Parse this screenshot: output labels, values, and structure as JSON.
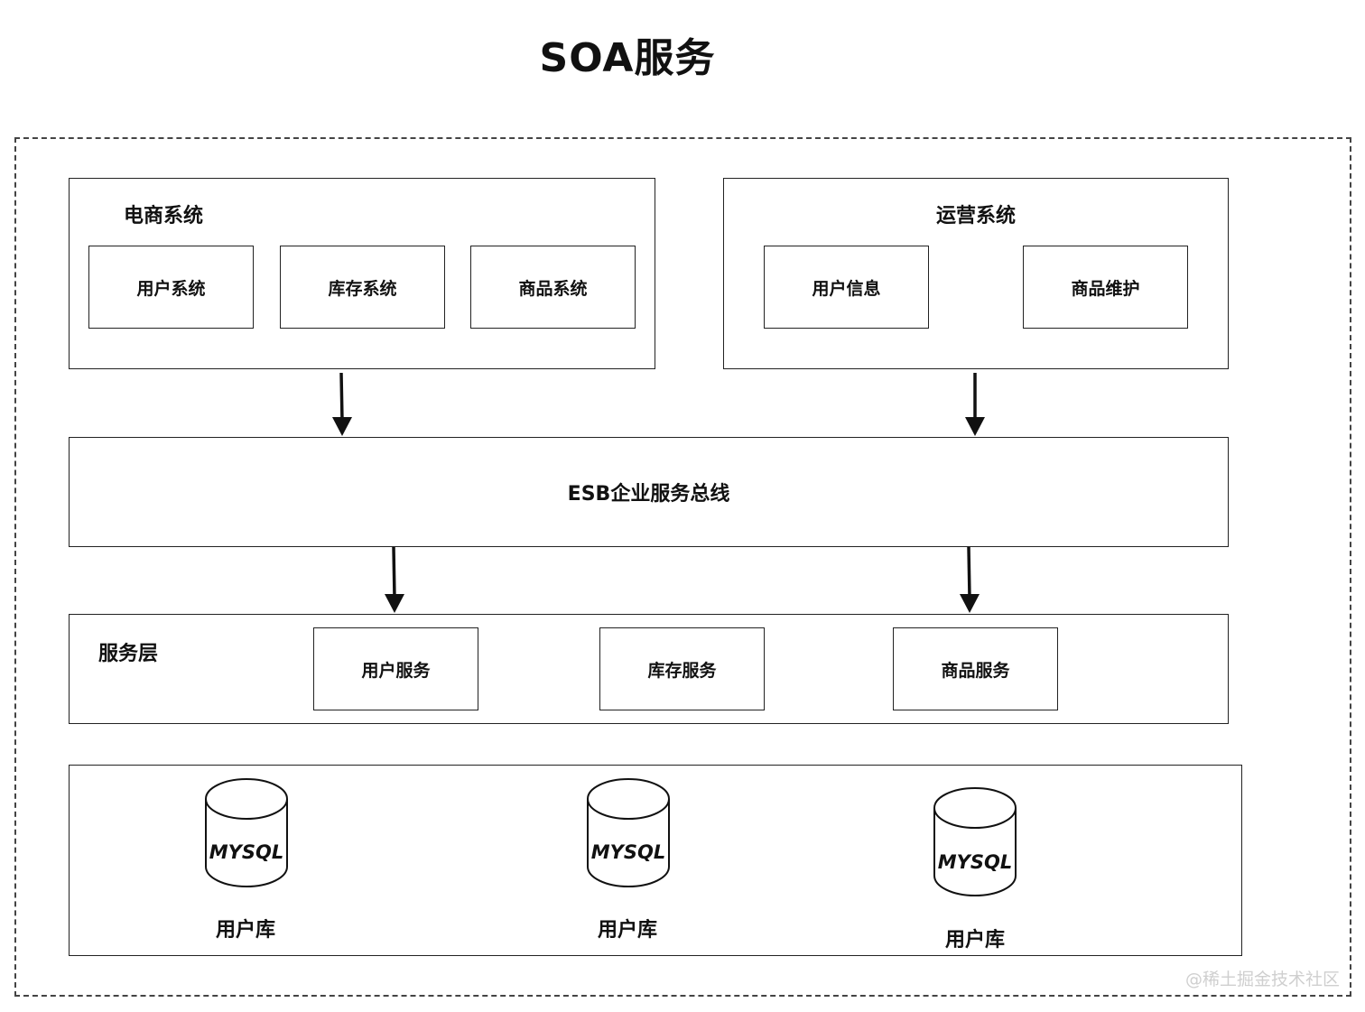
{
  "diagram": {
    "title": "SOA服务",
    "ecommerce": {
      "label": "电商系统",
      "boxes": [
        "用户系统",
        "库存系统",
        "商品系统"
      ]
    },
    "operations": {
      "label": "运营系统",
      "boxes": [
        "用户信息",
        "商品维护"
      ]
    },
    "esb": {
      "label": "ESB企业服务总线"
    },
    "service_layer": {
      "label": "服务层",
      "boxes": [
        "用户服务",
        "库存服务",
        "商品服务"
      ]
    },
    "databases": [
      {
        "engine": "MYSQL",
        "caption": "用户库"
      },
      {
        "engine": "MYSQL",
        "caption": "用户库"
      },
      {
        "engine": "MYSQL",
        "caption": "用户库"
      }
    ],
    "watermark": "@稀土掘金技术社区"
  }
}
